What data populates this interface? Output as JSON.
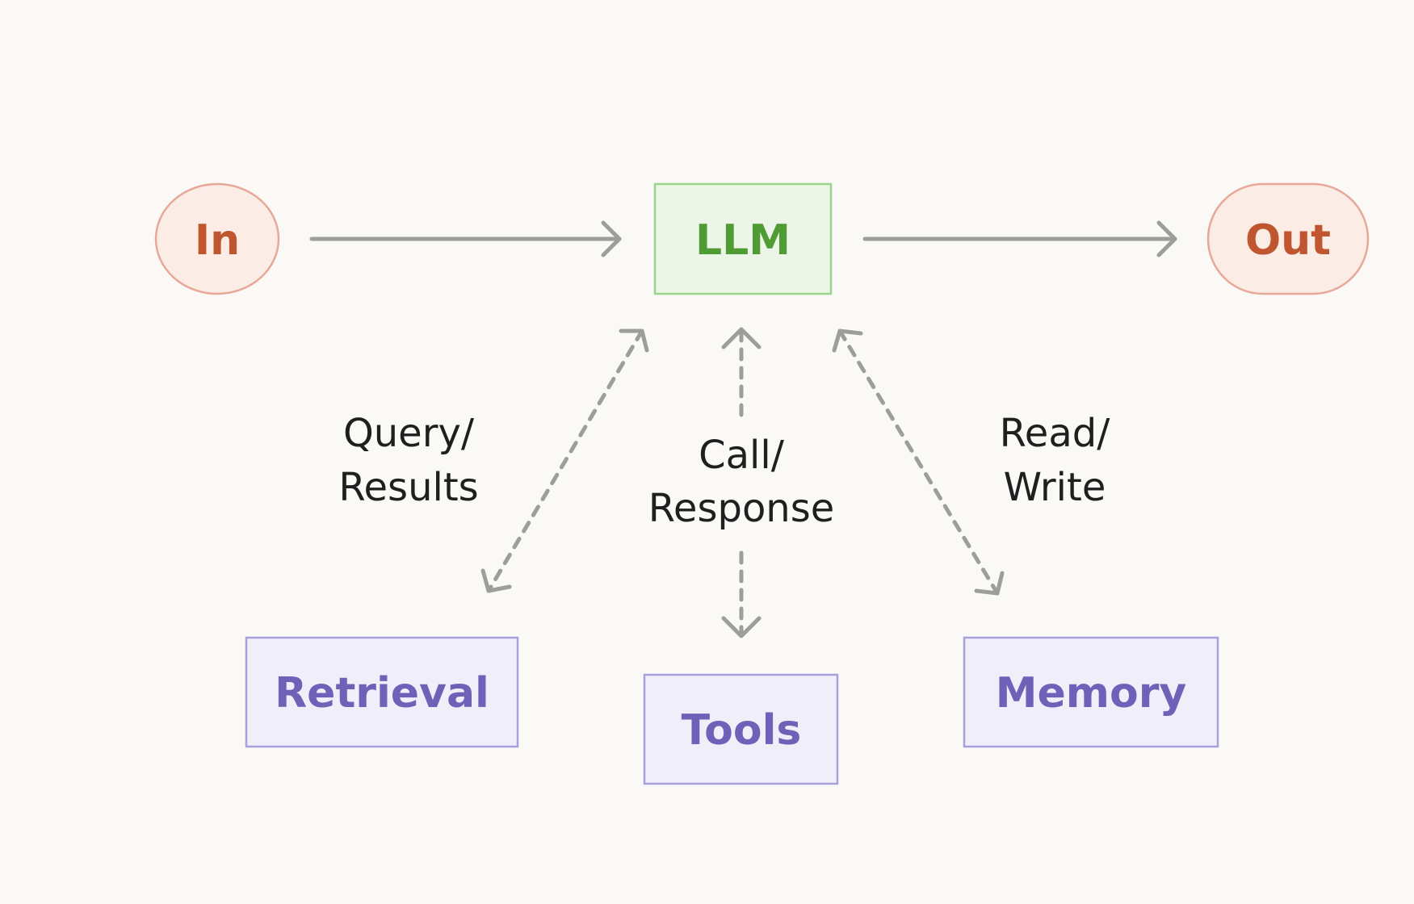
{
  "colors": {
    "background": "#faf9f6",
    "io_fill": "#fbece6",
    "io_stroke": "#e8a898",
    "io_text": "#c0562f",
    "llm_fill": "#edf5e8",
    "llm_stroke": "#9fd58a",
    "llm_text": "#4f9b34",
    "aux_fill": "#f0eff9",
    "aux_stroke": "#a8a0dc",
    "aux_text": "#6e62b8",
    "arrow": "#9e9e99",
    "edge_text": "#1f1f1f"
  },
  "nodes": {
    "in": {
      "label": "In"
    },
    "llm": {
      "label": "LLM"
    },
    "out": {
      "label": "Out"
    },
    "retrieval": {
      "label": "Retrieval"
    },
    "tools": {
      "label": "Tools"
    },
    "memory": {
      "label": "Memory"
    }
  },
  "edges": {
    "retrieval": {
      "line1": "Query/",
      "line2": "Results"
    },
    "tools": {
      "line1": "Call/",
      "line2": "Response"
    },
    "memory": {
      "line1": "Read/",
      "line2": "Write"
    }
  },
  "icons": {
    "solid_arrow": "arrow-right",
    "dashed_arrow": "double-headed-dashed-arrow"
  }
}
